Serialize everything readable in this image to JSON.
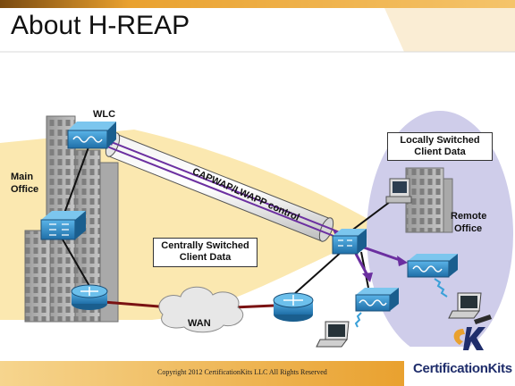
{
  "title": "About H-REAP",
  "labels": {
    "wlc": "WLC",
    "main_office_line1": "Main",
    "main_office_line2": "Office",
    "tunnel": "CAPWAP/LWAPP control",
    "locally_switched_line1": "Locally Switched",
    "locally_switched_line2": "Client Data",
    "centrally_switched_line1": "Centrally Switched",
    "centrally_switched_line2": "Client Data",
    "remote_office_line1": "Remote",
    "remote_office_line2": "Office",
    "wan": "WAN"
  },
  "footer": {
    "copyright": "Copyright 2012 CertificationKits LLC  All Rights Reserved",
    "brand": "CertificationKits"
  },
  "colors": {
    "header_bar": "#e9a12f",
    "yellow_zone": "#fbe8b0",
    "remote_zone": "#cfcdea",
    "device_blue": "#2d8cc8",
    "tunnel_purple": "#6b2fa0",
    "wan_link": "#7a1212"
  }
}
